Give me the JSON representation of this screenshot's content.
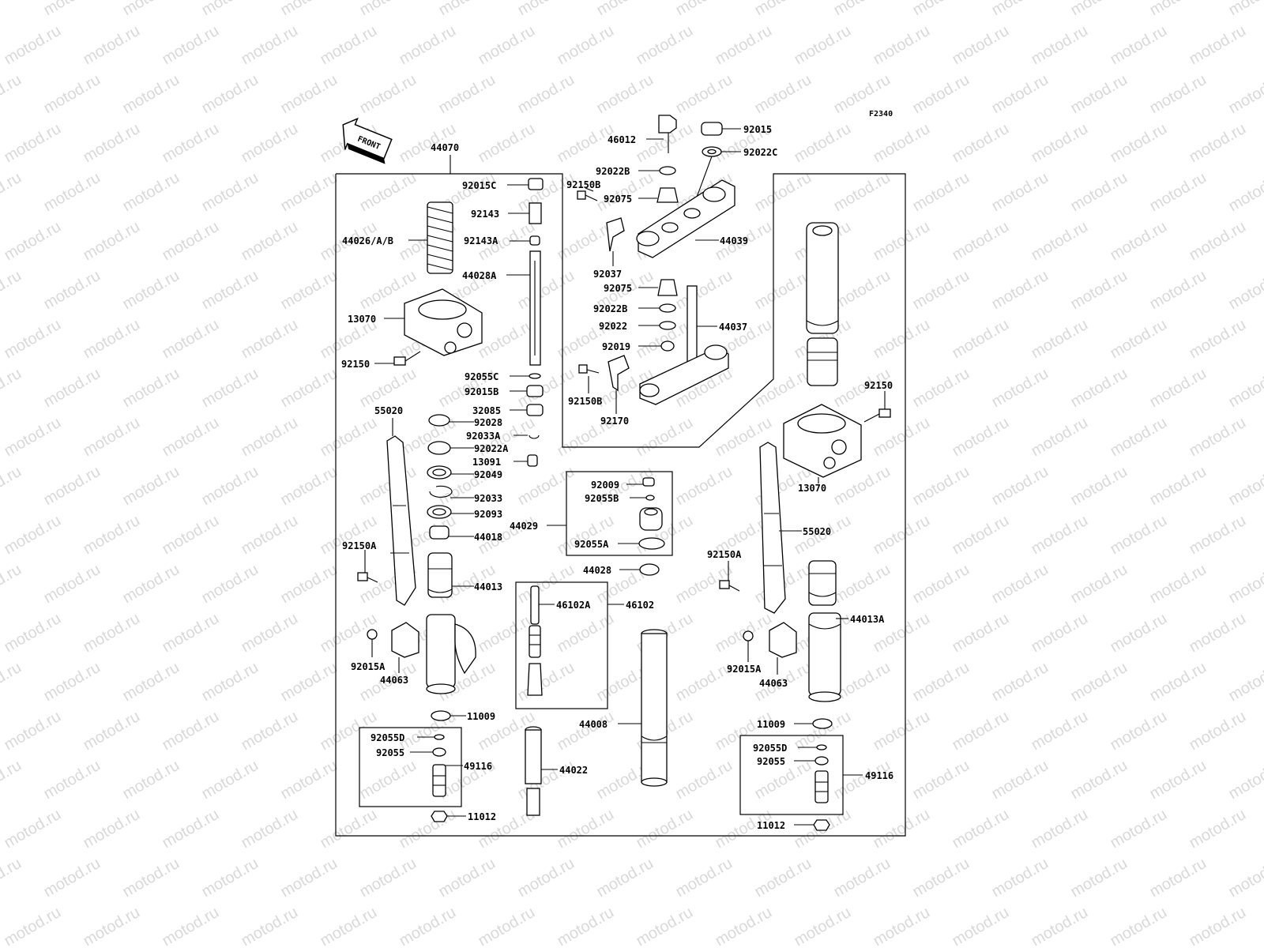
{
  "diagram": {
    "figure_code": "F2340",
    "front_label": "FRONT",
    "watermark_text": "motod.ru",
    "colors": {
      "ink": "#000000",
      "watermark": "#d9d9d9",
      "background": "#ffffff"
    },
    "labels": {
      "44070": "44070",
      "92015C": "92015C",
      "92143": "92143",
      "44026AB": "44026/A/B",
      "92143A": "92143A",
      "44028A": "44028A",
      "13070L": "13070",
      "92150L": "92150",
      "92055C": "92055C",
      "92015B": "92015B",
      "32085": "32085",
      "55020L": "55020",
      "92028": "92028",
      "92033A": "92033A",
      "92022A": "92022A",
      "13091": "13091",
      "92049": "92049",
      "92033": "92033",
      "92093": "92093",
      "44018": "44018",
      "92150AL": "92150A",
      "44013": "44013",
      "92015AL": "92015A",
      "44063L": "44063",
      "11009L": "11009",
      "92055DL": "92055D",
      "92055L": "92055",
      "49116L": "49116",
      "11012L": "11012",
      "46012": "46012",
      "92015": "92015",
      "92022C": "92022C",
      "92022B_top": "92022B",
      "92150B_top": "92150B",
      "92075_top": "92075",
      "44039": "44039",
      "92037": "92037",
      "92075_mid": "92075",
      "92022B_mid": "92022B",
      "92022": "92022",
      "44037": "44037",
      "92019": "92019",
      "92150B_bot": "92150B",
      "92170": "92170",
      "92009": "92009",
      "92055B": "92055B",
      "44029": "44029",
      "92055A": "92055A",
      "44028": "44028",
      "46102A": "46102A",
      "46102": "46102",
      "44008": "44008",
      "44022": "44022",
      "92150R": "92150",
      "13070R": "13070",
      "55020R": "55020",
      "92150AR": "92150A",
      "44013A": "44013A",
      "92015AR": "92015A",
      "44063R": "44063",
      "11009R": "11009",
      "92055DR": "92055D",
      "92055R": "92055",
      "49116R": "49116",
      "11012R": "11012"
    }
  }
}
